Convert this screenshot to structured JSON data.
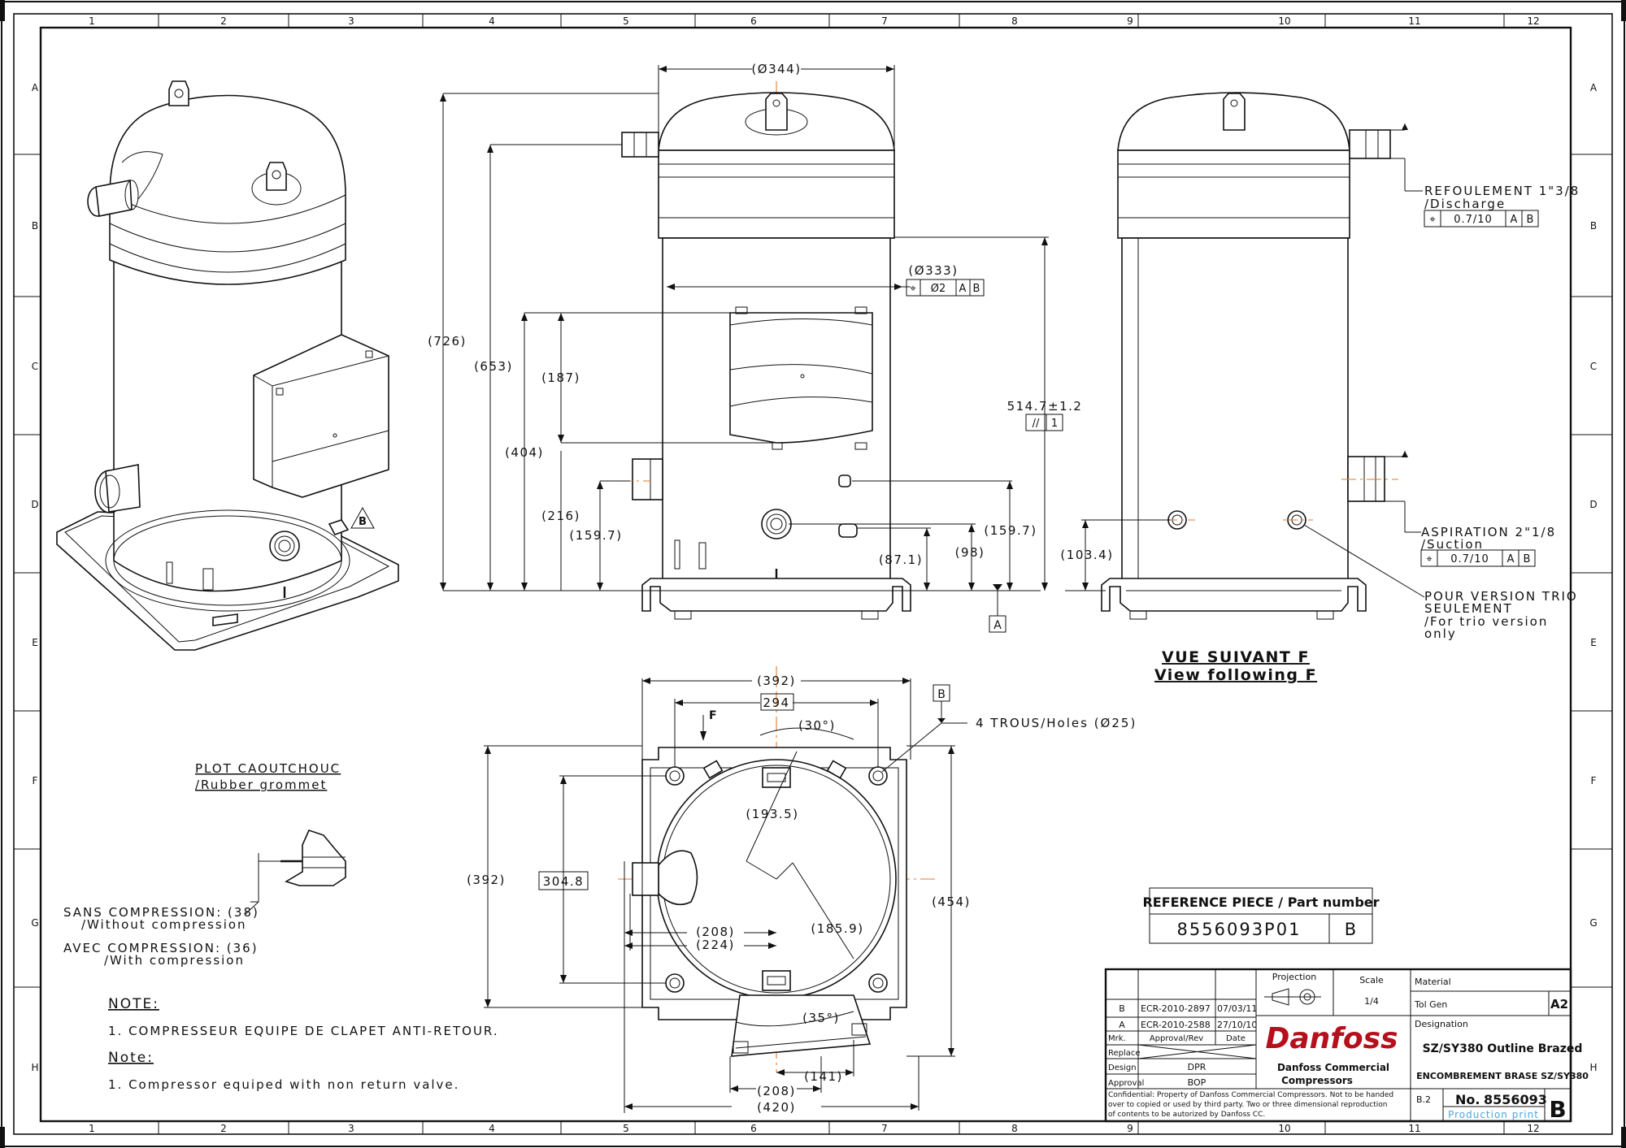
{
  "border": {
    "columns": [
      "1",
      "2",
      "3",
      "4",
      "5",
      "6",
      "7",
      "8",
      "9",
      "10",
      "11",
      "12"
    ],
    "rows": [
      "A",
      "B",
      "C",
      "D",
      "E",
      "F",
      "G",
      "H"
    ]
  },
  "front_view": {
    "dims": {
      "d344": "(Ø344)",
      "d333": "(Ø333)",
      "h726": "(726)",
      "h653": "(653)",
      "h404": "(404)",
      "h216": "(216)",
      "h187": "(187)",
      "h159_7": "(159.7)",
      "h87_1": "(87.1)",
      "h98": "(98)",
      "h159_7b": "(159.7)",
      "h514": "514.7±1.2"
    },
    "gdt_pos": [
      "⌖",
      "Ø2",
      "A",
      "B"
    ],
    "gdt_par": [
      "//",
      "1"
    ],
    "datum_a": "A"
  },
  "side_view": {
    "discharge": [
      "REFOULEMENT 1\"3/8",
      "/Discharge"
    ],
    "discharge_gdt": [
      "⌖",
      "0.7/10",
      "A",
      "B"
    ],
    "suction": [
      "ASPIRATION 2\"1/8",
      "/Suction"
    ],
    "suction_gdt": [
      "⌖",
      "0.7/10",
      "A",
      "B"
    ],
    "trio": [
      "POUR VERSION TRIO",
      "SEULEMENT",
      "/For trio version",
      "only"
    ],
    "h103_4": "(103.4)",
    "view_title": "VUE SUIVANT F",
    "view_title_en": "View following F"
  },
  "top_view": {
    "dims": {
      "w392": "(392)",
      "w294": "294",
      "a30": "(30°)",
      "r193_5": "(193.5)",
      "h392": "(392)",
      "h304_8": "304.8",
      "h454": "(454)",
      "w208a": "(208)",
      "w224": "(224)",
      "r185_9": "(185.9)",
      "a35": "(35°)",
      "w141": "(141)",
      "w208b": "(208)",
      "w420": "(420)"
    },
    "datum_b": "B",
    "holes": "4 TROUS/Holes (Ø25)",
    "arrow_f": "F"
  },
  "grommet": {
    "title": "PLOT CAOUTCHOUC",
    "subtitle": "/Rubber grommet",
    "sans": "SANS COMPRESSION: (38)",
    "sans_en": "/Without compression",
    "avec": "AVEC COMPRESSION: (36)",
    "avec_en": "/With compression"
  },
  "iso_view": {
    "datum_b": "B"
  },
  "notes": {
    "fr_title": "NOTE:",
    "fr_1": "1. COMPRESSEUR EQUIPE DE CLAPET ANTI-RETOUR.",
    "en_title": "Note:",
    "en_1": "1. Compressor equiped with non return valve."
  },
  "reference": {
    "title": "REFERENCE PIECE / Part number",
    "part": "8556093P01",
    "rev": "B"
  },
  "title_block": {
    "revisions": [
      {
        "mark": "B",
        "ecr": "ECR-2010-2897",
        "date": "07/03/11"
      },
      {
        "mark": "A",
        "ecr": "ECR-2010-2588",
        "date": "27/10/10"
      }
    ],
    "hdr_mrk": "Mrk.",
    "hdr_appr": "Approval/Rev",
    "hdr_date": "Date",
    "replace": "Replace",
    "design": "Design",
    "design_val": "DPR",
    "approval": "Approval",
    "approval_val": "BOP",
    "projection": "Projection",
    "scale": "Scale",
    "scale_val": "1/4",
    "material": "Material",
    "tol": "Tol Gen",
    "size": "A2",
    "designation": "Designation",
    "desig_1": "SZ/SY380 Outline Brazed",
    "desig_2": "ENCOMBREMENT BRASE SZ/SY380",
    "brand": "Danfoss",
    "company_1": "Danfoss Commercial",
    "company_2": "Compressors",
    "confidential_1": "Confidential: Property of Danfoss Commercial Compressors. Not to be handed",
    "confidential_2": "over to copied or used by third party. Two or three dimensional reproduction",
    "confidential_3": "of contents to be autorized by Danfoss CC.",
    "sheet": "B.2",
    "no_label": "No.",
    "number": "8556093",
    "rev": "B",
    "status": "Production print"
  },
  "colors": {
    "centerline": "#e07a30",
    "brand": "#b5101c",
    "status": "#4aa6e0"
  }
}
